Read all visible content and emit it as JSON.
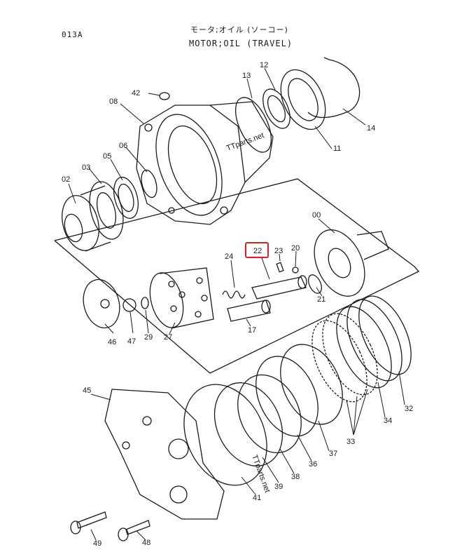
{
  "header": {
    "code": "013A",
    "title_jp": "モータ;オイル (ソーコー)",
    "title_en": "MOTOR;OIL (TRAVEL)"
  },
  "callouts": [
    "42",
    "13",
    "12",
    "08",
    "14",
    "11",
    "06",
    "05",
    "03",
    "02",
    "00",
    "22",
    "23",
    "20",
    "24",
    "21",
    "46",
    "47",
    "29",
    "27",
    "17",
    "45",
    "32",
    "34",
    "33",
    "37",
    "36",
    "38",
    "39",
    "41",
    "49",
    "48"
  ],
  "watermark": "TTparts.net",
  "highlight": {
    "part": "22",
    "color": "#e02020"
  }
}
